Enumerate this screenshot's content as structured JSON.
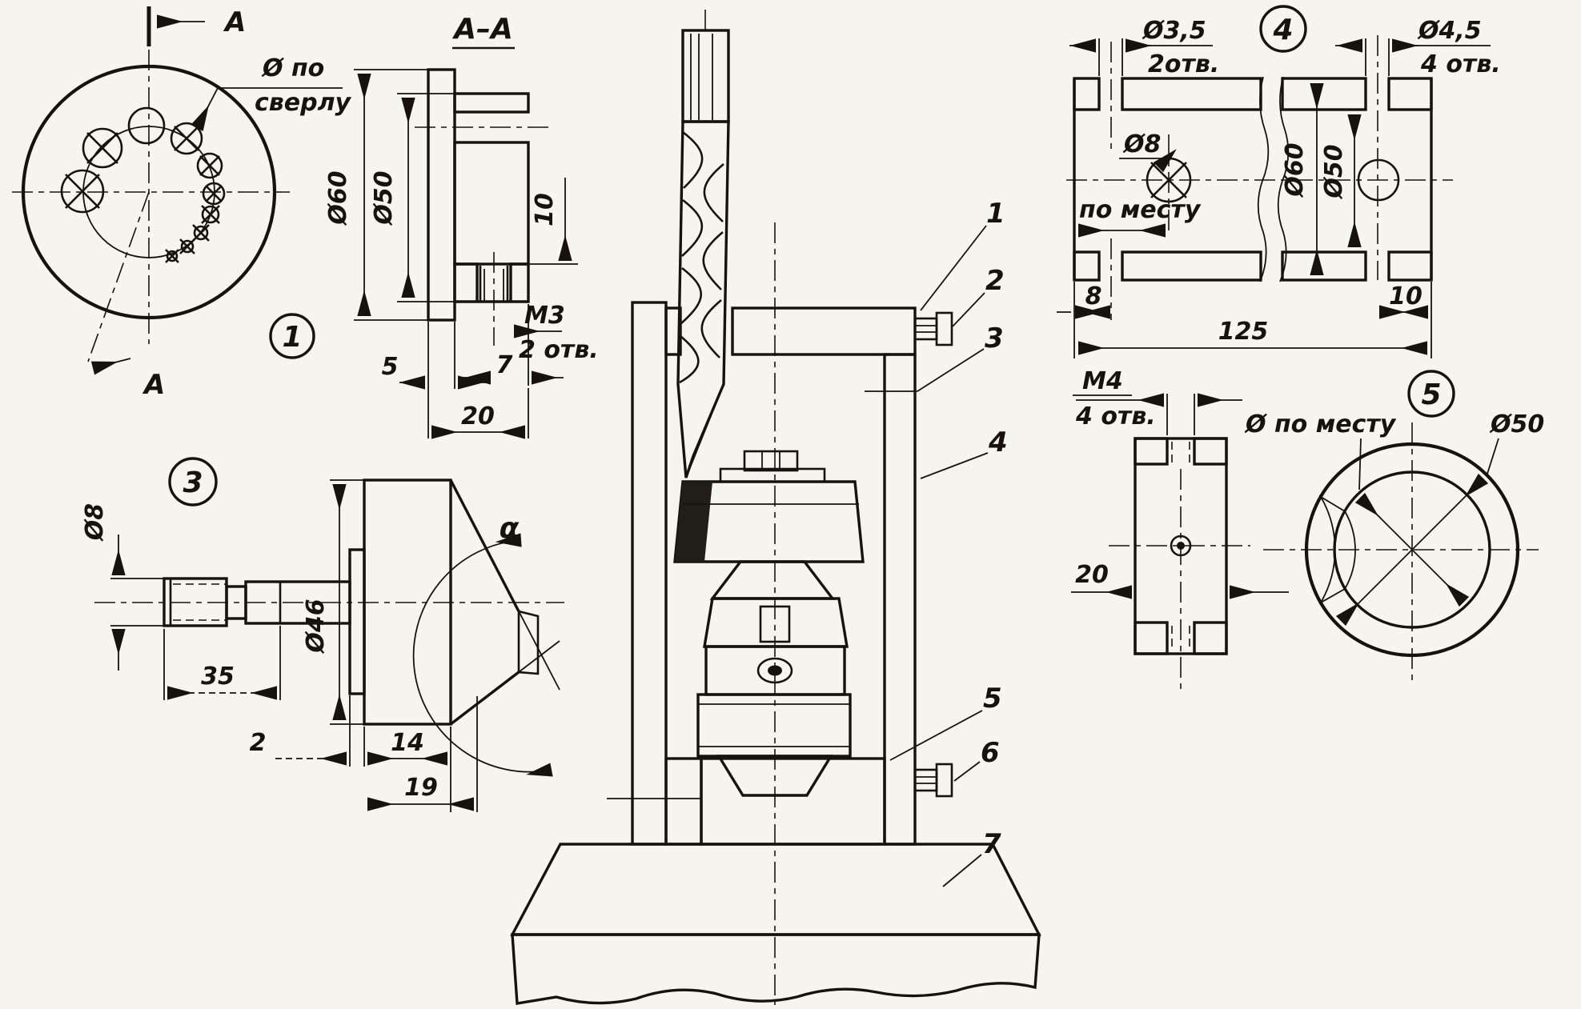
{
  "page": {
    "background": "#f6f4ef",
    "ink": "#16130f"
  },
  "view1": {
    "badge": "1",
    "section_label": "A",
    "callout_line1": "Ø по",
    "callout_line2": "сверлу"
  },
  "section_aa": {
    "title": "A–A",
    "dia_outer": "Ø60",
    "dia_inner": "Ø50",
    "dim_depth": "10",
    "thread": "M3",
    "thread_qty": "2 отв.",
    "dim_offset": "7",
    "dim_flange": "5",
    "dim_total": "20"
  },
  "assembly": {
    "callouts": [
      "1",
      "2",
      "3",
      "4",
      "5",
      "6",
      "7"
    ]
  },
  "view4": {
    "badge": "4",
    "hole_small": "Ø3,5",
    "hole_small_qty": "2отв.",
    "hole_big": "Ø4,5",
    "hole_big_qty": "4 отв.",
    "hole_center": "Ø8",
    "note_fit": "по месту",
    "dia_outer": "Ø60",
    "dia_inner": "Ø50",
    "dim_left": "8",
    "dim_right": "10",
    "dim_length": "125"
  },
  "part_m4": {
    "thread": "M4",
    "thread_qty": "4 отв.",
    "dim_width": "20"
  },
  "view5": {
    "badge": "5",
    "note_fit": "Ø по месту",
    "dia": "Ø50"
  },
  "view3": {
    "badge": "3",
    "dia_shaft": "Ø8",
    "dim_shaft_len": "35",
    "dim_washer": "2",
    "dim_disc": "14",
    "dim_total": "19",
    "dia_disc": "Ø46",
    "angle": "α"
  }
}
